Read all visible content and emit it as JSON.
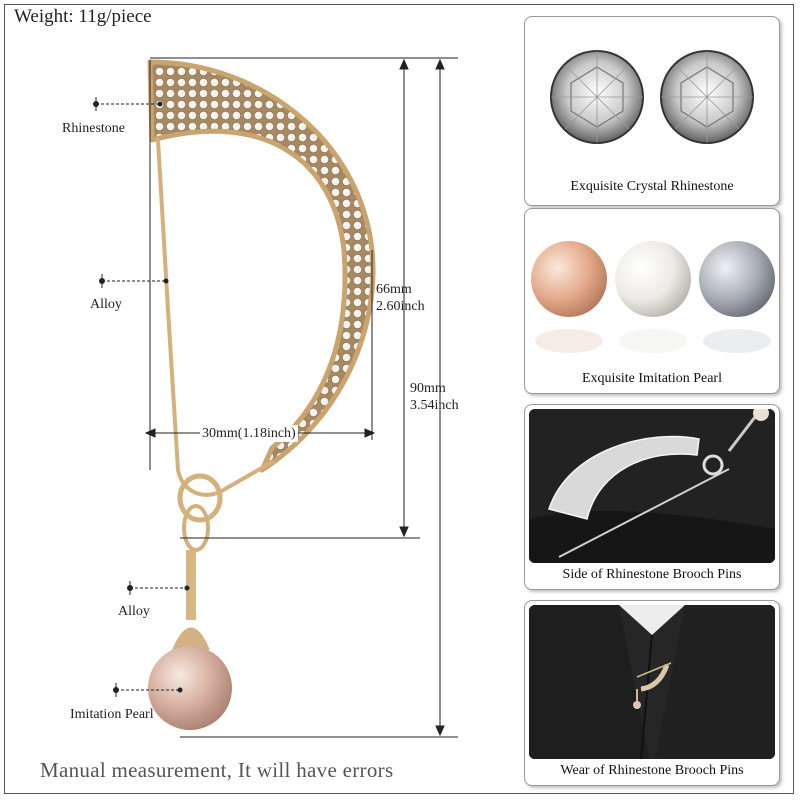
{
  "header": {
    "weight": "Weight: 11g/piece"
  },
  "footer": {
    "note": "Manual measurement, It will have errors"
  },
  "callouts": {
    "rhinestone": "Rhinestone",
    "alloy_top": "Alloy",
    "alloy_bottom": "Alloy",
    "pearl": "Imitation Pearl"
  },
  "dimensions": {
    "height_inner_mm": "66mm",
    "height_inner_inch": "2.60inch",
    "height_total_mm": "90mm",
    "height_total_inch": "3.54inch",
    "width": "30mm(1.18inch)"
  },
  "cards": [
    {
      "caption": "Exquisite Crystal Rhinestone"
    },
    {
      "caption": "Exquisite Imitation Pearl"
    },
    {
      "caption": "Side of Rhinestone Brooch Pins"
    },
    {
      "caption": "Wear of Rhinestone Brooch Pins"
    }
  ],
  "colors": {
    "gold": "#d9b98a",
    "pearl_pink": "#d8b4a6",
    "frame": "#555555"
  }
}
